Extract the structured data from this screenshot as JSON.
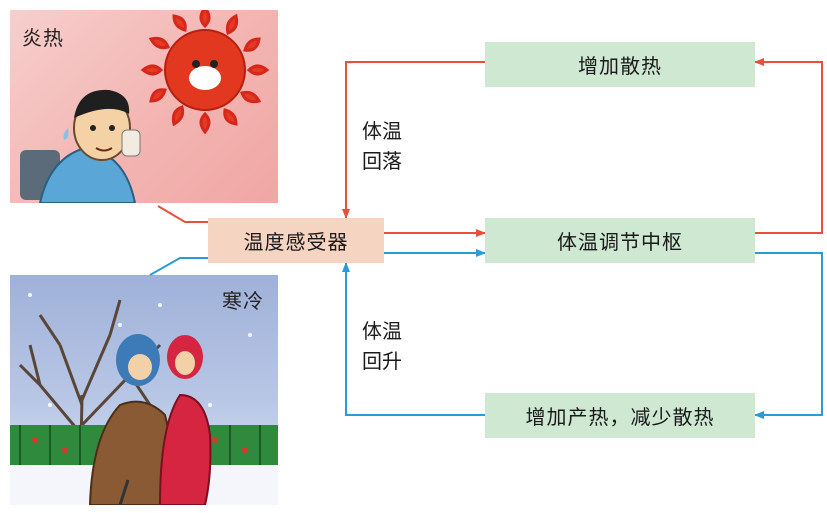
{
  "panels": {
    "hot_label": "炎热",
    "cold_label": "寒冷"
  },
  "boxes": {
    "sensor": "温度感受器",
    "heat_loss": "增加散热",
    "center": "体温调节中枢",
    "heat_gain": "增加产热，减少散热"
  },
  "labels": {
    "fall_line1": "体温",
    "fall_line2": "回落",
    "rise_line1": "体温",
    "rise_line2": "回升"
  },
  "colors": {
    "hot_arrow": "#e8503a",
    "cold_arrow": "#2a9bd7",
    "box_green": "#cfe8d2",
    "sensor_fill": "#f6d4c2"
  }
}
